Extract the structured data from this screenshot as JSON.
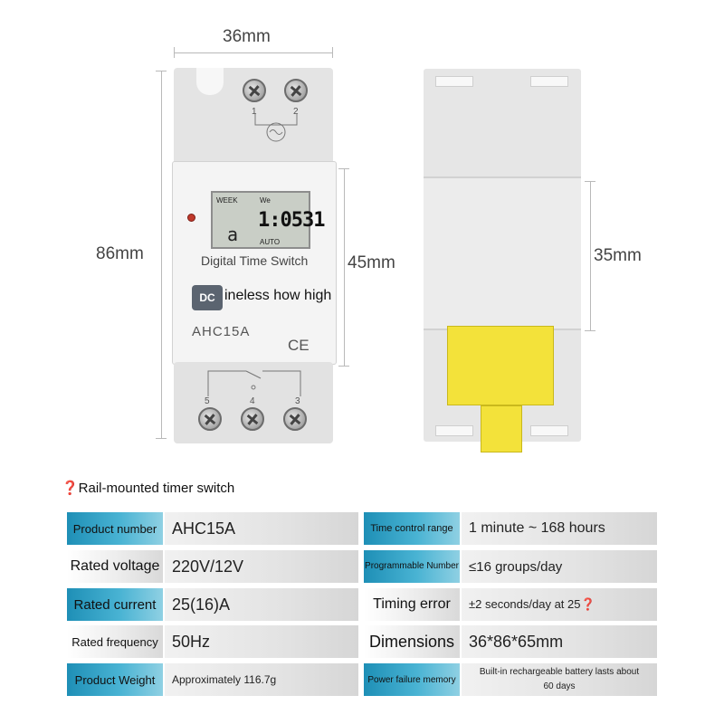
{
  "dimensions": {
    "width_top": "36mm",
    "height_left": "86mm",
    "face_height": "45mm",
    "rail_height": "35mm"
  },
  "device_front": {
    "terminals_top": [
      "1",
      "2"
    ],
    "terminals_bottom": [
      "5",
      "4",
      "3"
    ],
    "lcd": {
      "week": "WEEK",
      "day_label": "We",
      "day_digit": "a",
      "time": "1:0531",
      "mode": "AUTO"
    },
    "title": "Digital Time Switch",
    "logo": "DC",
    "overlay_text": "ineless how high",
    "model": "AHC15A",
    "mark": "CE"
  },
  "section_title": "❓Rail-mounted timer switch",
  "specs": {
    "left": [
      {
        "label": "Product number",
        "value": "AHC15A"
      },
      {
        "label": "Rated voltage",
        "value": "220V/12V"
      },
      {
        "label": "Rated current",
        "value": "25(16)A"
      },
      {
        "label": "Rated frequency",
        "value": "50Hz"
      },
      {
        "label": "Product Weight",
        "value": "Approximately 116.7g"
      }
    ],
    "right": [
      {
        "label": "Time control range",
        "value": "1 minute ~ 168 hours"
      },
      {
        "label": "Programmable Number",
        "value": "≤16 groups/day"
      },
      {
        "label": "Timing error",
        "value": "±2 seconds/day at 25❓"
      },
      {
        "label": "Dimensions",
        "value": "36*86*65mm"
      },
      {
        "label": "Power failure memory",
        "value": "Built-in rechargeable battery lasts about 60 days"
      }
    ]
  },
  "colors": {
    "label_blue": "#2a9cc4",
    "label_gray": "#e6e6e6",
    "clip_yellow": "#f3e23a"
  }
}
